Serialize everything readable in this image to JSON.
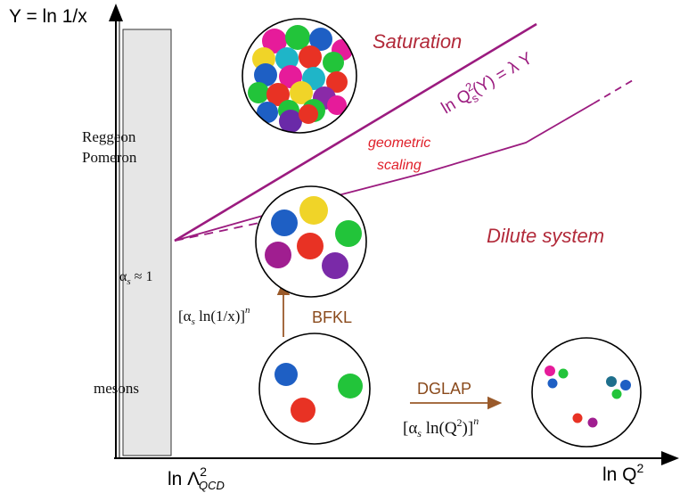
{
  "axes": {
    "y_label": "Y = ln 1/x",
    "x_label_prefix": "ln Q",
    "x_label_sup": "2",
    "x_tick_prefix": "ln Λ",
    "x_tick_sup": "2",
    "x_tick_sub": "QCD"
  },
  "nonperturbative_band": {
    "label_reggeon": "Reggeon",
    "label_pomeron": "Pomeron",
    "label_alpha": "α",
    "label_alpha_sub": "s",
    "label_alpha_rest": " ≈ 1",
    "label_mesons": "mesons"
  },
  "regions": {
    "saturation": "Saturation",
    "dilute": "Dilute system",
    "geometric_1": "geometric",
    "geometric_2": "scaling"
  },
  "saturation_line": {
    "pre": "ln Q",
    "sup": "2",
    "sub": "s",
    "post": "(Y) = λ Y"
  },
  "evolution": {
    "bfkl": "BFKL",
    "bfkl_formula_a": "[α",
    "bfkl_formula_sub": "s",
    "bfkl_formula_b": " ln(1/x)]",
    "bfkl_formula_sup": "n",
    "dglap": "DGLAP",
    "dglap_formula_a": "[α",
    "dglap_formula_sub": "s",
    "dglap_formula_b": " ln(Q",
    "dglap_formula_sup2": "2",
    "dglap_formula_c": ")]",
    "dglap_formula_sup": "n"
  },
  "colors": {
    "axis": "#000000",
    "band_fill": "#e6e6e6",
    "line": "#9b1b7f",
    "region_text": "#b22a3a",
    "geometric_text": "#e0202a",
    "arrow": "#9a5a2a",
    "evolution_text": "#8a4a1c"
  }
}
